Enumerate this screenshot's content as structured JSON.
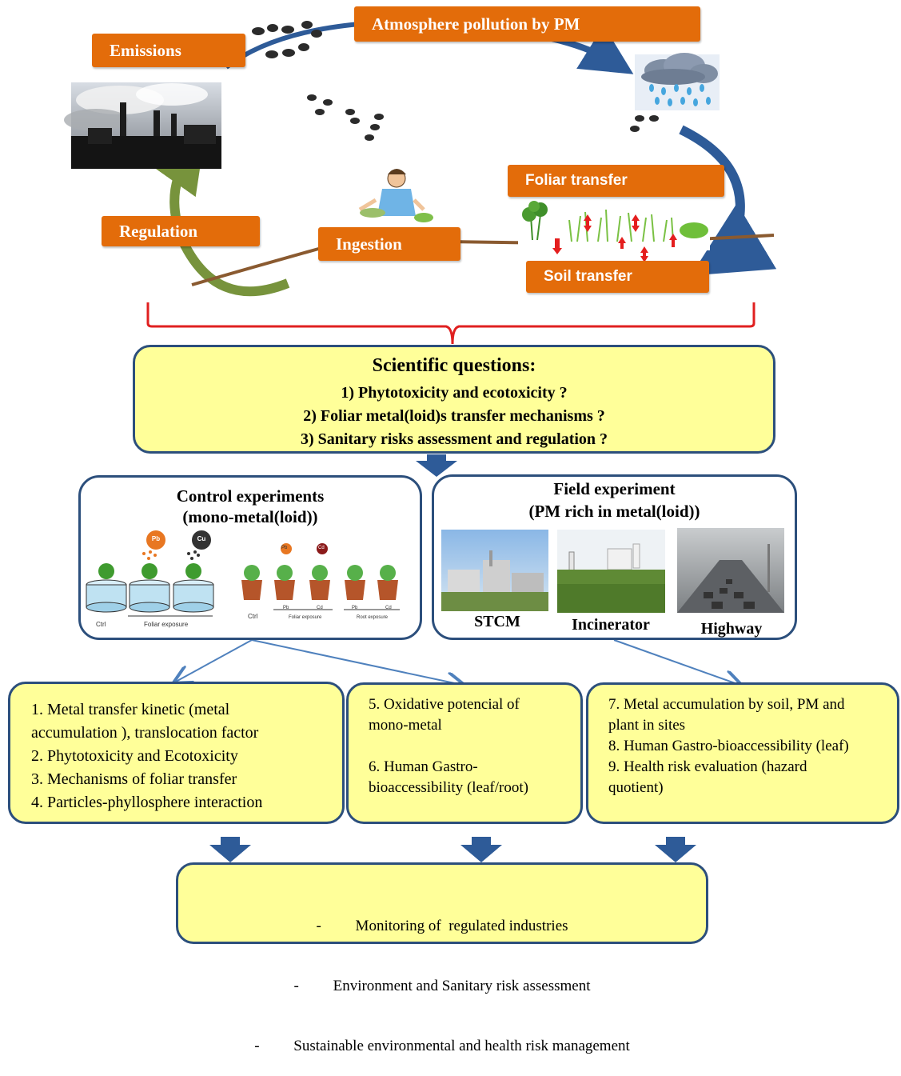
{
  "cycle": {
    "emissions": "Emissions",
    "atmosphere": "Atmosphere pollution by PM",
    "foliar_transfer": "Foliar transfer",
    "regulation": "Regulation",
    "ingestion": "Ingestion",
    "soil_transfer": "Soil transfer"
  },
  "questions": {
    "title": "Scientific questions:",
    "items": [
      "1) Phytotoxicity and ecotoxicity ?",
      "2) Foliar metal(loid)s transfer mechanisms ?",
      "3) Sanitary risks assessment and regulation ?"
    ]
  },
  "control": {
    "title_line1": "Control experiments",
    "title_line2": "(mono-metal(loid))",
    "pb": "Pb",
    "cu": "Cu",
    "ctrl": "Ctrl",
    "foliar_exposure": "Foliar exposure",
    "pb2": "Pb",
    "cd": "Cd",
    "ctrl2": "Ctrl",
    "pb3": "Pb",
    "cd2": "Cd",
    "pb4": "Pb",
    "cd3": "Cd",
    "foliar_exposure2": "Foliar exposure",
    "root_exposure": "Root exposure"
  },
  "field": {
    "title_line1": "Field experiment",
    "title_line2": "(PM rich in metal(loid))",
    "sites": [
      "STCM",
      "Incinerator",
      "Highway"
    ]
  },
  "outcomes": {
    "left": [
      "1. Metal transfer kinetic  (metal",
      "accumulation ), translocation  factor",
      "2. Phytotoxicity and Ecotoxicity",
      "3. Mechanisms of foliar transfer",
      "4. Particles-phyllosphere   interaction"
    ],
    "middle": [
      "5. Oxidative potencial of",
      "mono-metal",
      "",
      "6. Human Gastro-",
      "bioaccessibility (leaf/root)"
    ],
    "right": [
      "7. Metal accumulation by soil, PM and",
      "plant in sites",
      "8. Human Gastro-bioaccessibility (leaf)",
      "9. Health risk evaluation (hazard",
      "quotient)"
    ]
  },
  "conclusions": [
    "-         Monitoring of  regulated industries",
    "-         Environment and Sanitary risk assessment",
    "-         Sustainable environmental and health risk management"
  ],
  "colors": {
    "orange": "#e36c0a",
    "yellow": "#ffff99",
    "navy": "#2c4f7c",
    "arrow_blue": "#2e5b98",
    "red_bracket": "#e02020",
    "green_arrow": "#77933c",
    "soil_line": "#8a5a30"
  }
}
